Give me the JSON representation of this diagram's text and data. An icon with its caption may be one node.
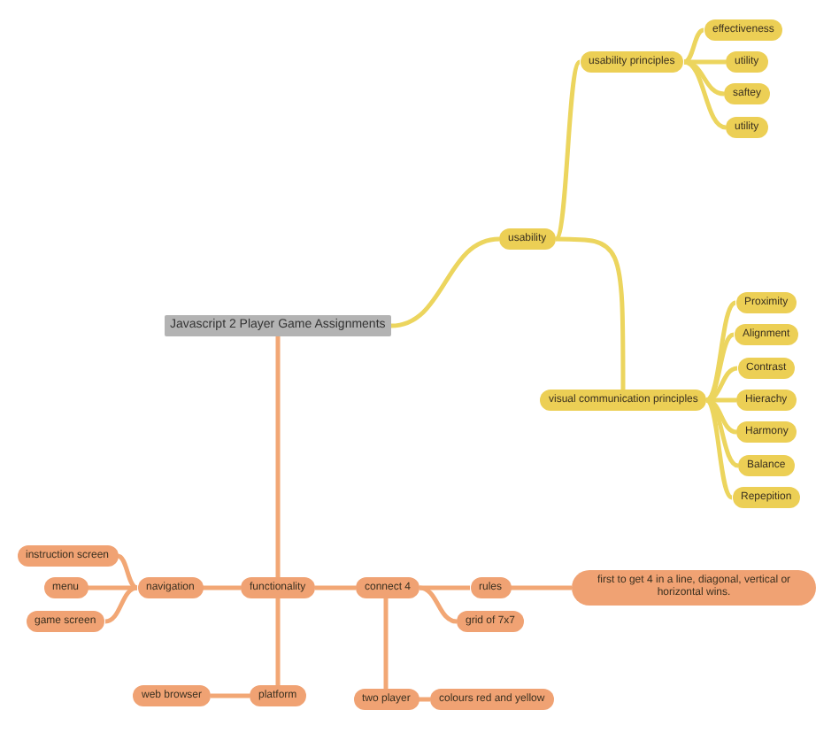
{
  "diagram": {
    "nodes": [
      {
        "text": [
          "Javascript 2 Player Game Assignments"
        ]
      },
      {
        "text": [
          "usability"
        ]
      },
      {
        "text": [
          "usability principles"
        ]
      },
      {
        "text": [
          "effectiveness"
        ]
      },
      {
        "text": [
          "utility"
        ]
      },
      {
        "text": [
          "saftey"
        ]
      },
      {
        "text": [
          "utility"
        ]
      },
      {
        "text": [
          "visual communication principles"
        ]
      },
      {
        "text": [
          "Proximity"
        ]
      },
      {
        "text": [
          "Alignment"
        ]
      },
      {
        "text": [
          "Contrast"
        ]
      },
      {
        "text": [
          "Hierachy"
        ]
      },
      {
        "text": [
          "Harmony"
        ]
      },
      {
        "text": [
          "Balance"
        ]
      },
      {
        "text": [
          "Repepition"
        ]
      },
      {
        "text": [
          "functionality"
        ]
      },
      {
        "text": [
          "navigation"
        ]
      },
      {
        "text": [
          "instruction screen"
        ]
      },
      {
        "text": [
          "menu"
        ]
      },
      {
        "text": [
          "game screen"
        ]
      },
      {
        "text": [
          "connect 4"
        ]
      },
      {
        "text": [
          "rules"
        ]
      },
      {
        "text": [
          "first to get 4 in a line, diagonal, vertical or horizontal wins."
        ]
      },
      {
        "text": [
          "grid of 7x7"
        ]
      },
      {
        "text": [
          "platform"
        ]
      },
      {
        "text": [
          "web browser"
        ]
      },
      {
        "text": [
          "two player"
        ]
      },
      {
        "text": [
          "colours red and yellow"
        ]
      }
    ],
    "edges": [
      {
        "from": 0,
        "to": 1,
        "arrow": "none",
        "color": "#ecd55e"
      },
      {
        "from": 1,
        "to": 2,
        "arrow": "none",
        "color": "#ecd55e"
      },
      {
        "from": 2,
        "to": 3,
        "arrow": "none",
        "color": "#ecd55e"
      },
      {
        "from": 2,
        "to": 4,
        "arrow": "none",
        "color": "#ecd55e"
      },
      {
        "from": 2,
        "to": 5,
        "arrow": "none",
        "color": "#ecd55e"
      },
      {
        "from": 2,
        "to": 6,
        "arrow": "none",
        "color": "#ecd55e"
      },
      {
        "from": 1,
        "to": 7,
        "arrow": "none",
        "color": "#ecd55e"
      },
      {
        "from": 7,
        "to": 8,
        "arrow": "none",
        "color": "#ecd55e"
      },
      {
        "from": 7,
        "to": 9,
        "arrow": "none",
        "color": "#ecd55e"
      },
      {
        "from": 7,
        "to": 10,
        "arrow": "none",
        "color": "#ecd55e"
      },
      {
        "from": 7,
        "to": 11,
        "arrow": "none",
        "color": "#ecd55e"
      },
      {
        "from": 7,
        "to": 12,
        "arrow": "none",
        "color": "#ecd55e"
      },
      {
        "from": 7,
        "to": 13,
        "arrow": "none",
        "color": "#ecd55e"
      },
      {
        "from": 7,
        "to": 14,
        "arrow": "none",
        "color": "#ecd55e"
      },
      {
        "from": 0,
        "to": 15,
        "arrow": "none",
        "color": "#f2a775"
      },
      {
        "from": 15,
        "to": 16,
        "arrow": "none",
        "color": "#f2a775"
      },
      {
        "from": 16,
        "to": 17,
        "arrow": "none",
        "color": "#f2a775"
      },
      {
        "from": 16,
        "to": 18,
        "arrow": "none",
        "color": "#f2a775"
      },
      {
        "from": 16,
        "to": 19,
        "arrow": "none",
        "color": "#f2a775"
      },
      {
        "from": 15,
        "to": 20,
        "arrow": "none",
        "color": "#f2a775"
      },
      {
        "from": 20,
        "to": 21,
        "arrow": "none",
        "color": "#f2a775"
      },
      {
        "from": 21,
        "to": 22,
        "arrow": "none",
        "color": "#f2a775"
      },
      {
        "from": 20,
        "to": 23,
        "arrow": "none",
        "color": "#f2a775"
      },
      {
        "from": 15,
        "to": 24,
        "arrow": "none",
        "color": "#f2a775"
      },
      {
        "from": 24,
        "to": 25,
        "arrow": "none",
        "color": "#f2a775"
      },
      {
        "from": 20,
        "to": 26,
        "arrow": "none",
        "color": "#f2a775"
      },
      {
        "from": 26,
        "to": 27,
        "arrow": "none",
        "color": "#f2a775"
      }
    ]
  }
}
